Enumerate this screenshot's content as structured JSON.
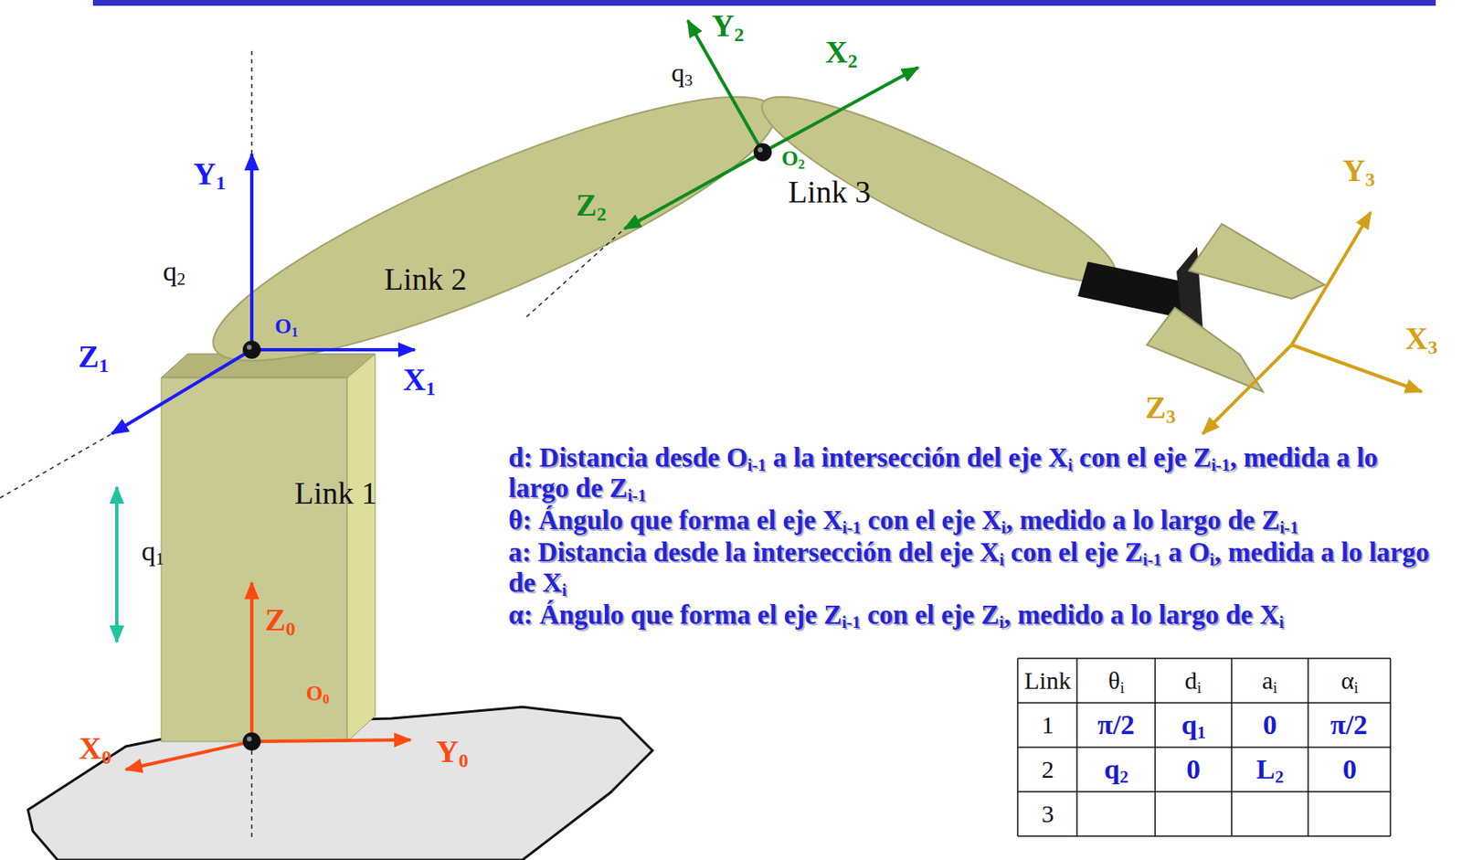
{
  "diagram": {
    "labels": [
      "Y2",
      "X2",
      "q3",
      "O2",
      "Link 3",
      "Z2",
      "Y1",
      "q2",
      "Link 2",
      "O1",
      "Z1",
      "X1",
      "Y3",
      "X3",
      "Z3",
      "Link 1",
      "q1",
      "Z0",
      "O0",
      "X0",
      "Y0",
      "d: Distancia desde Oi-1 a la intersección del eje Xi con el eje Zi-1, medida a lo largo de Zi-1",
      "θ: Ángulo que forma el eje Xi-1 con el eje Xi, medido a lo largo de Zi-1",
      "a: Distancia desde la intersección del eje Xi con el eje Zi-1 a Oi, medida a lo largo de Xi",
      "α: Ángulo que forma el eje Zi-1 con el eje Zi, medido a lo largo de Xi",
      "Link",
      "θi",
      "di",
      "ai",
      "αi",
      "1",
      "π/2",
      "q1",
      "0",
      "π/2",
      "2",
      "q2",
      "0",
      "L2",
      "0",
      "3"
    ]
  }
}
